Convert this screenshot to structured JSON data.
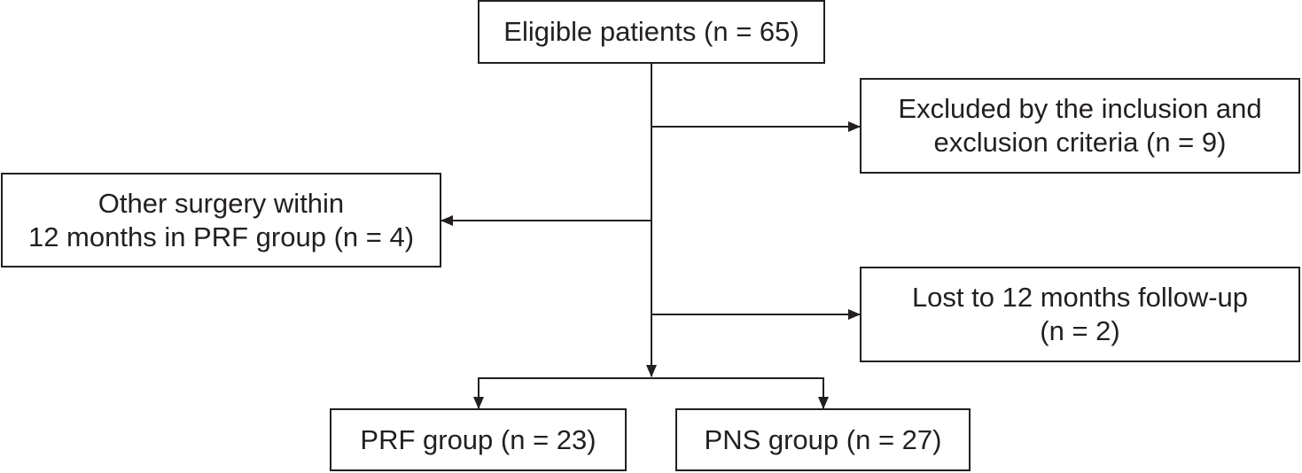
{
  "boxes": {
    "eligible": {
      "lines": [
        "Eligible patients (n = 65)"
      ]
    },
    "excluded": {
      "lines": [
        "Excluded by the inclusion and",
        "exclusion criteria (n = 9)"
      ]
    },
    "other_surgery": {
      "lines": [
        "Other surgery within",
        "12 months in PRF group (n = 4)"
      ]
    },
    "lost_followup": {
      "lines": [
        "Lost to 12 months follow-up",
        "(n = 2)"
      ]
    },
    "prf_group": {
      "lines": [
        "PRF group (n = 23)"
      ]
    },
    "pns_group": {
      "lines": [
        "PNS group (n = 27)"
      ]
    }
  },
  "colors": {
    "stroke": "#231f20",
    "background": "#ffffff"
  }
}
